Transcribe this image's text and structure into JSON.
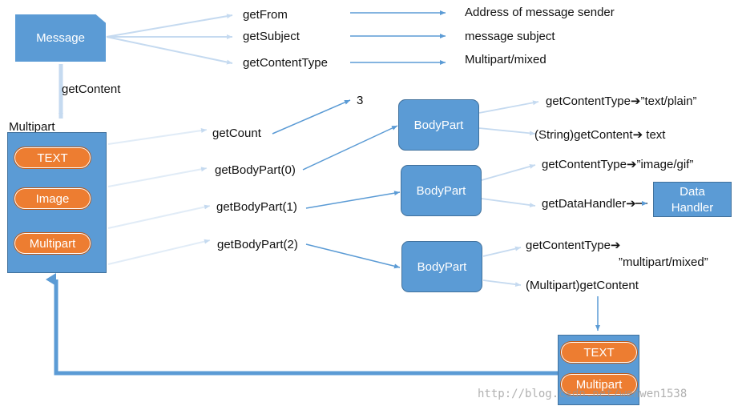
{
  "message": {
    "label": "Message"
  },
  "message_methods": [
    "getFrom",
    "getSubject",
    "getContentType"
  ],
  "message_results": [
    "Address of message sender",
    "message subject",
    "Multipart/mixed"
  ],
  "get_content": "getContent",
  "multipart": {
    "title": "Multipart",
    "items": [
      "TEXT",
      "Image",
      "Multipart"
    ]
  },
  "multipart_methods": [
    "getCount",
    "getBodyPart(0)",
    "getBodyPart(1)",
    "getBodyPart(2)"
  ],
  "count_value": "3",
  "bodyparts": [
    {
      "label": "BodyPart",
      "lines": [
        "getContentType➔”text/plain”",
        "(String)getContent➔ text"
      ]
    },
    {
      "label": "BodyPart",
      "lines": [
        "getContentType➔”image/gif”",
        "getDataHandler➔"
      ]
    },
    {
      "label": "BodyPart",
      "lines": [
        "getContentType➔",
        "”multipart/mixed”",
        "(Multipart)getContent"
      ]
    }
  ],
  "data_handler": {
    "line1": "Data",
    "line2": "Handler"
  },
  "nested": {
    "items": [
      "TEXT",
      "Multipart"
    ]
  },
  "watermark": "http://blog.csdn.net/wenwen1538",
  "colors": {
    "box": "#5b9bd5",
    "pill": "#ed7d31",
    "arrow": "#5b9bd5",
    "faint_arrow": "#c5daf0"
  }
}
